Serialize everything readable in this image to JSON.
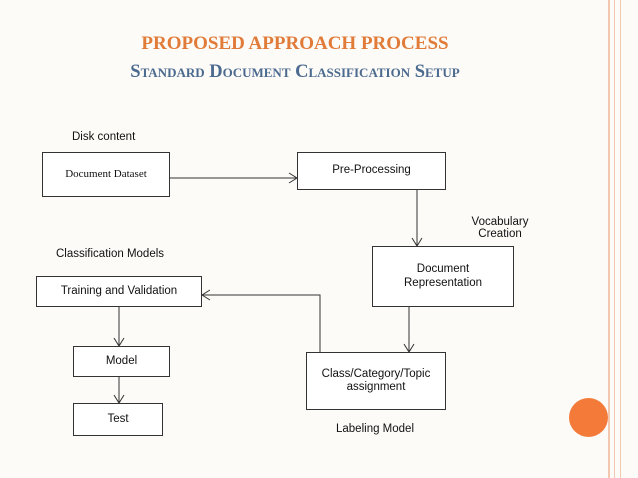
{
  "title": "PROPOSED APPROACH  PROCESS",
  "subtitle": "Standard Document Classification Setup",
  "labels": {
    "disk_content": "Disk content",
    "classification_models": "Classification Models",
    "vocabulary_creation_line1": "Vocabulary",
    "vocabulary_creation_line2": "Creation",
    "labeling_model": "Labeling Model"
  },
  "boxes": {
    "document_dataset": "Document Dataset",
    "pre_processing": "Pre-Processing",
    "document_representation_line1": "Document",
    "document_representation_line2": "Representation",
    "training_validation": "Training and Validation",
    "model": "Model",
    "test": "Test",
    "class_assignment_line1": "Class/Category/Topic",
    "class_assignment_line2": "assignment"
  },
  "colors": {
    "title": "#e07b39",
    "subtitle": "#4b6a8f",
    "accent_circle": "#f47a3a",
    "side_lines": "#f2c9b0"
  }
}
